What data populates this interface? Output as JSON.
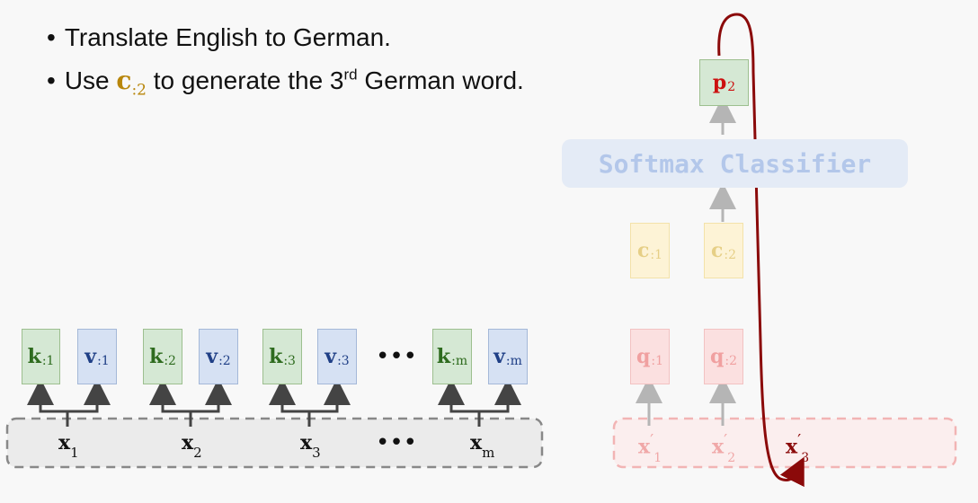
{
  "bullets": {
    "line1": "Translate English to German.",
    "line2_pre": "Use ",
    "line2_cvar": "c",
    "line2_cvar_sub": ":2",
    "line2_mid": " to generate the 3",
    "line2_sup": "rd",
    "line2_post": " German word."
  },
  "encoder": {
    "pairs": [
      {
        "k": "k",
        "k_sub": ":1",
        "v": "v",
        "v_sub": ":1"
      },
      {
        "k": "k",
        "k_sub": ":2",
        "v": "v",
        "v_sub": ":2"
      },
      {
        "k": "k",
        "k_sub": ":3",
        "v": "v",
        "v_sub": ":3"
      },
      {
        "k": "k",
        "k_sub": ":m",
        "v": "v",
        "v_sub": ":m"
      }
    ],
    "inputs": [
      {
        "x": "x",
        "sub": "1"
      },
      {
        "x": "x",
        "sub": "2"
      },
      {
        "x": "x",
        "sub": "3"
      },
      {
        "x": "x",
        "sub": "m"
      }
    ],
    "ellipsis": "•••"
  },
  "decoder": {
    "queries": [
      {
        "q": "q",
        "sub": ":1"
      },
      {
        "q": "q",
        "sub": ":2"
      }
    ],
    "contexts": [
      {
        "c": "c",
        "sub": ":1"
      },
      {
        "c": "c",
        "sub": ":2"
      }
    ],
    "classifier_label": "Softmax Classifier",
    "output": {
      "p": "p",
      "sub": "2"
    },
    "inputs": [
      {
        "x": "x",
        "prime": "′",
        "sub": "1"
      },
      {
        "x": "x",
        "prime": "′",
        "sub": "2"
      },
      {
        "x": "x",
        "prime": "′",
        "sub": "3"
      }
    ]
  },
  "colors": {
    "key": "#2e6b1e",
    "value": "#1f3f86",
    "query_faded": "#f0a0a0",
    "context_faded": "#e6cf86",
    "feedback_arrow": "#8b0a0a",
    "output_prob": "#cc1010"
  }
}
